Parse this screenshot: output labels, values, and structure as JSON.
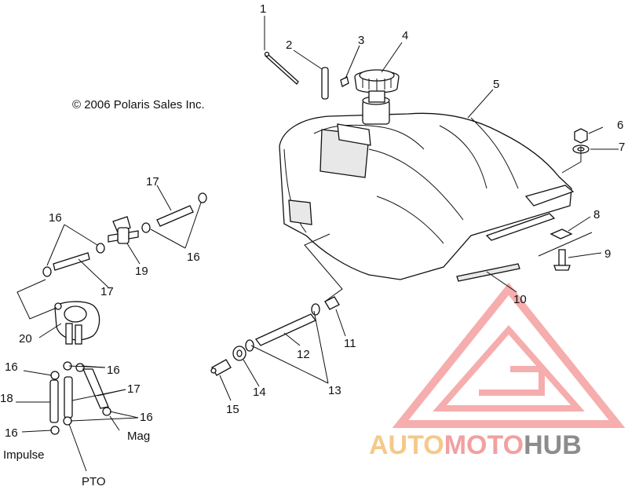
{
  "copyright": "© 2006 Polaris Sales Inc.",
  "callouts": {
    "c1": "1",
    "c2": "2",
    "c3": "3",
    "c4": "4",
    "c5": "5",
    "c6": "6",
    "c7": "7",
    "c8": "8",
    "c9": "9",
    "c10": "10",
    "c11": "11",
    "c12": "12",
    "c13": "13",
    "c14": "14",
    "c15": "15",
    "c16a": "16",
    "c16b": "16",
    "c16c": "16",
    "c16d": "16",
    "c16e": "16",
    "c16f": "16",
    "c17a": "17",
    "c17b": "17",
    "c17c": "17",
    "c18": "18",
    "c19": "19",
    "c20": "20"
  },
  "ports": {
    "impulse": "Impulse",
    "pto": "PTO",
    "mag": "Mag"
  },
  "watermark": {
    "part1": "AUTO",
    "part2": "MOTO",
    "part3": "HUB",
    "colors": {
      "auto": "#f5c98a",
      "moto": "#f2a0a0",
      "hub": "#9a9a9a",
      "logo": "#f28a8a"
    }
  }
}
